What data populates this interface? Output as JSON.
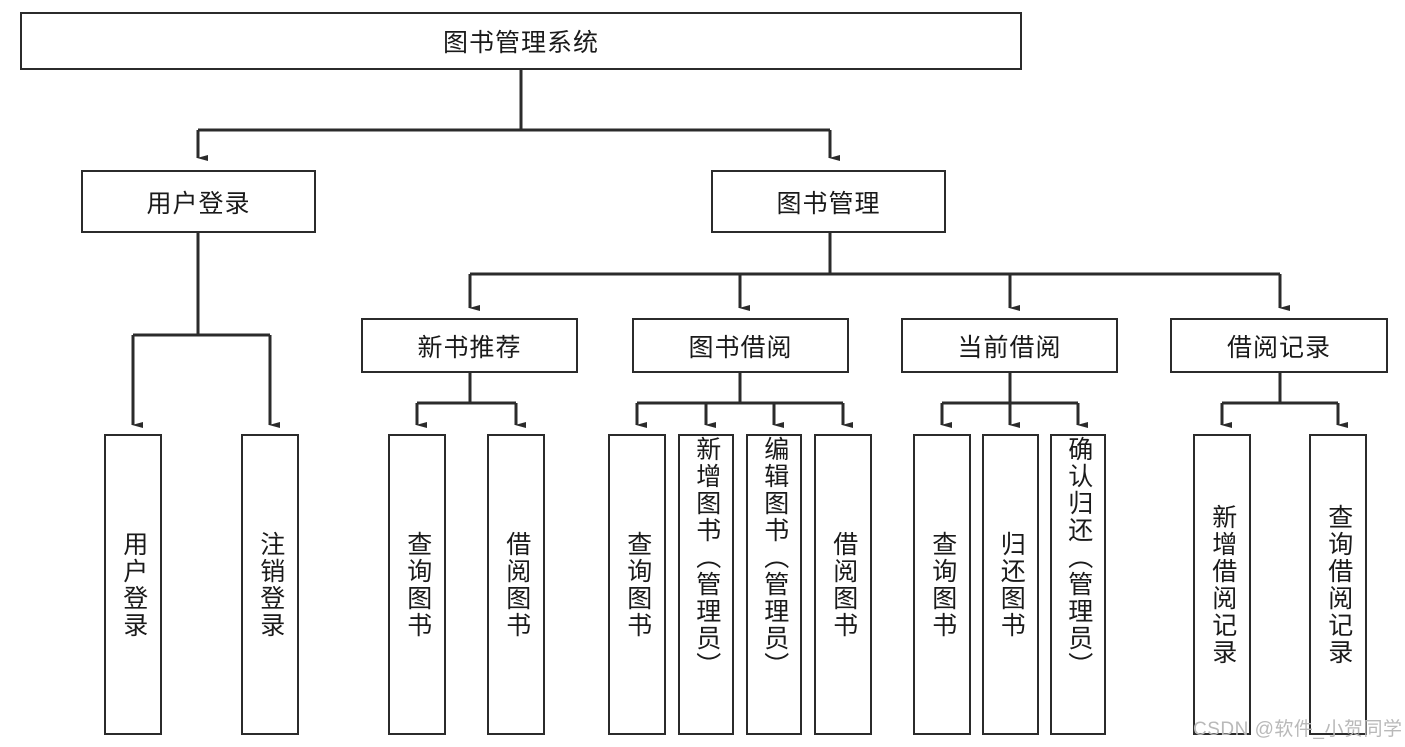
{
  "diagram": {
    "type": "hierarchy-tree",
    "title": "图书管理系统",
    "watermark": "CSDN @软件_小贺同学",
    "colors": {
      "stroke": "#2b2b2b",
      "fill": "#ffffff",
      "text": "#1a1a1a",
      "watermark": "#b9b9b9"
    },
    "levels": [
      {
        "level": 1,
        "nodes": [
          {
            "id": "root",
            "label": "图书管理系统",
            "orientation": "horizontal"
          }
        ]
      },
      {
        "level": 2,
        "nodes": [
          {
            "id": "login",
            "label": "用户登录",
            "orientation": "horizontal",
            "parent": "root"
          },
          {
            "id": "bookmgmt",
            "label": "图书管理",
            "orientation": "horizontal",
            "parent": "root"
          }
        ]
      },
      {
        "level": 3,
        "nodes": [
          {
            "id": "newbook",
            "label": "新书推荐",
            "orientation": "horizontal",
            "parent": "bookmgmt"
          },
          {
            "id": "borrow",
            "label": "图书借阅",
            "orientation": "horizontal",
            "parent": "bookmgmt"
          },
          {
            "id": "current",
            "label": "当前借阅",
            "orientation": "horizontal",
            "parent": "bookmgmt"
          },
          {
            "id": "records",
            "label": "借阅记录",
            "orientation": "horizontal",
            "parent": "bookmgmt"
          }
        ]
      },
      {
        "level": 4,
        "nodes": [
          {
            "id": "leaf1",
            "label": "用户登录",
            "orientation": "vertical",
            "parent": "login"
          },
          {
            "id": "leaf2",
            "label": "注销登录",
            "orientation": "vertical",
            "parent": "login"
          },
          {
            "id": "leaf3",
            "label": "查询图书",
            "orientation": "vertical",
            "parent": "newbook"
          },
          {
            "id": "leaf4",
            "label": "借阅图书",
            "orientation": "vertical",
            "parent": "newbook"
          },
          {
            "id": "leaf5",
            "label": "查询图书",
            "orientation": "vertical",
            "parent": "borrow"
          },
          {
            "id": "leaf6",
            "label": "新增图书（管理员）",
            "orientation": "vertical",
            "parent": "borrow"
          },
          {
            "id": "leaf7",
            "label": "编辑图书（管理员）",
            "orientation": "vertical",
            "parent": "borrow"
          },
          {
            "id": "leaf8",
            "label": "借阅图书",
            "orientation": "vertical",
            "parent": "borrow"
          },
          {
            "id": "leaf9",
            "label": "查询图书",
            "orientation": "vertical",
            "parent": "current"
          },
          {
            "id": "leaf10",
            "label": "归还图书",
            "orientation": "vertical",
            "parent": "current"
          },
          {
            "id": "leaf11",
            "label": "确认归还（管理员）",
            "orientation": "vertical",
            "parent": "current"
          },
          {
            "id": "leaf12",
            "label": "新增借阅记录",
            "orientation": "vertical",
            "parent": "records"
          },
          {
            "id": "leaf13",
            "label": "查询借阅记录",
            "orientation": "vertical",
            "parent": "records"
          }
        ]
      }
    ]
  }
}
